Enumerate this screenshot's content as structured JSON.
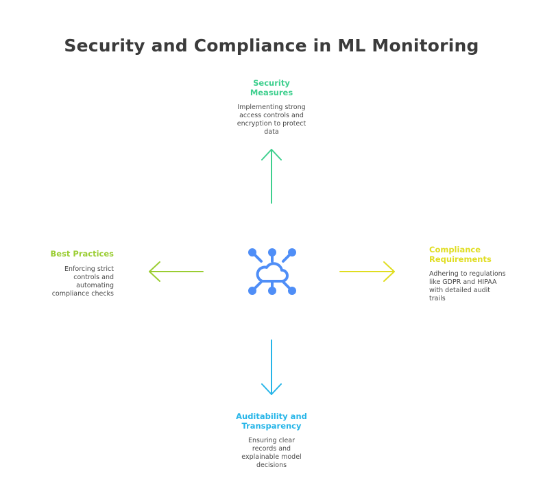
{
  "title": "Security and Compliance in ML Monitoring",
  "center_icon": "cloud-network-icon",
  "colors": {
    "title": "#3b3b3b",
    "security": "#3ecf8e",
    "best_practices": "#9acd32",
    "compliance": "#e0dd20",
    "auditability": "#26b5e8",
    "icon": "#4f8ef7"
  },
  "nodes": {
    "security": {
      "heading": "Security\nMeasures",
      "description": "Implementing strong\naccess controls and\nencryption to protect\ndata",
      "arrow_icon": "arrow-up-icon"
    },
    "best_practices": {
      "heading": "Best Practices",
      "description": "Enforcing strict\ncontrols and\nautomating\ncompliance checks",
      "arrow_icon": "arrow-left-icon"
    },
    "compliance": {
      "heading": "Compliance\nRequirements",
      "description": "Adhering to regulations\nlike GDPR and HIPAA\nwith detailed audit\ntrails",
      "arrow_icon": "arrow-right-icon"
    },
    "auditability": {
      "heading": "Auditability and\nTransparency",
      "description": "Ensuring clear\nrecords and\nexplainable model\ndecisions",
      "arrow_icon": "arrow-down-icon"
    }
  }
}
